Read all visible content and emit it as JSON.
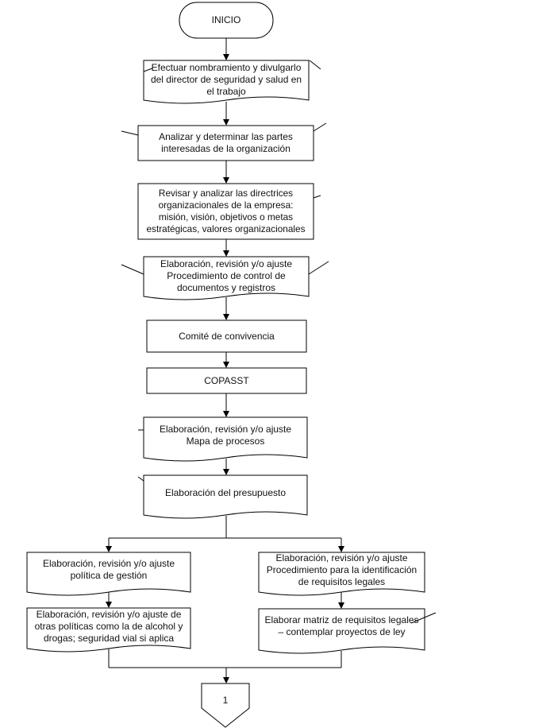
{
  "flowchart": {
    "start_label": "INICIO",
    "steps": [
      "Efectuar nombramiento y divulgarlo\ndel director de seguridad y salud en\nel trabajo",
      "Analizar y determinar las partes\ninteresadas de la organización",
      "Revisar y analizar las directrices\norganizacionales de la empresa:\nmisión, visión, objetivos o metas\nestratégicas, valores organizacionales",
      "Elaboración, revisión y/o ajuste\nProcedimiento de control de\ndocumentos y registros",
      "Comité de convivencia",
      "COPASST",
      "Elaboración, revisión y/o ajuste\nMapa de procesos",
      "Elaboración del presupuesto"
    ],
    "left_branch": [
      "Elaboración, revisión y/o ajuste\npolítica de gestión",
      "Elaboración, revisión y/o ajuste de\notras políticas como la de alcohol y\ndrogas; seguridad vial si aplica"
    ],
    "right_branch": [
      "Elaboración, revisión y/o ajuste\nProcedimiento para la identificación\nde requisitos legales",
      "Elaborar matriz de requisitos legales\n– contemplar proyectos de ley"
    ],
    "connector_label": "1"
  }
}
